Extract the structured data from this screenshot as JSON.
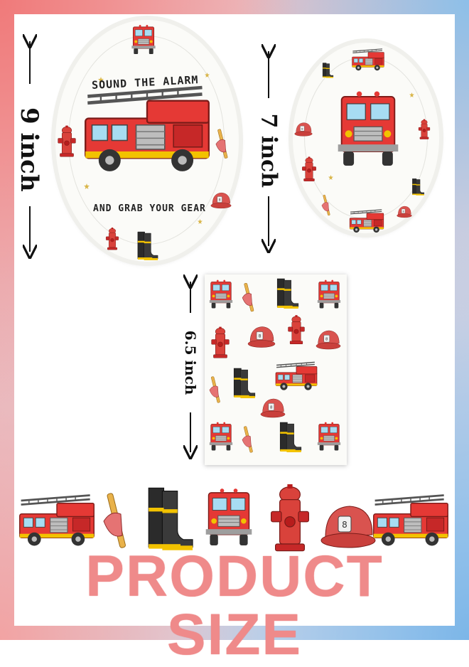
{
  "dimensions": {
    "large_plate": "9 inch",
    "small_plate": "7 inch",
    "napkin": "6.5 inch"
  },
  "plate_text": {
    "top": "SOUND THE ALARM",
    "bottom": "AND GRAB YOUR GEAR"
  },
  "banner": "PRODUCT SIZE",
  "colors": {
    "truck_red": "#e53935",
    "hydrant_red": "#d9423b",
    "window_blue": "#a7dcf2",
    "boot_black": "#2b2b2b",
    "boot_yellow": "#f2c200",
    "axe_handle": "#e9b24a",
    "banner_pink": "#ef8a8a"
  },
  "icons": [
    "fire-truck-icon",
    "axe-icon",
    "fire-boots-icon",
    "fire-truck-front-icon",
    "fire-hydrant-icon",
    "fire-helmet-icon"
  ]
}
